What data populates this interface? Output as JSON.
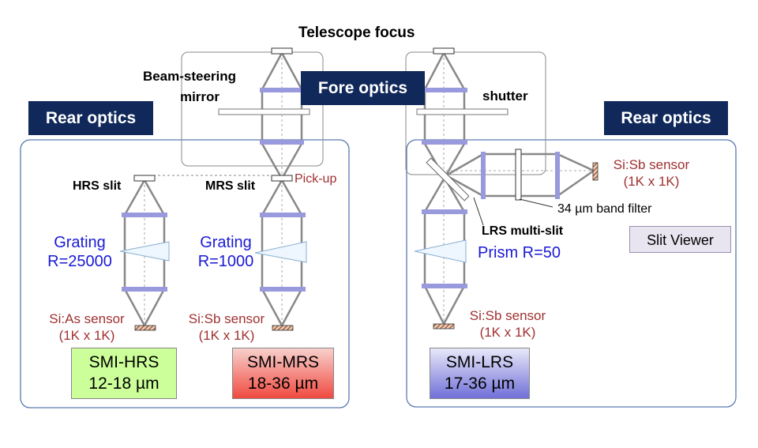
{
  "title": "Telescope focus",
  "fore_optics": "Fore optics",
  "rear_optics_left": "Rear optics",
  "rear_optics_right": "Rear optics",
  "beam_steering": [
    "Beam-steering",
    "mirror"
  ],
  "shutter": "shutter",
  "pickup": "Pick-up",
  "hrs": {
    "slit": "HRS slit",
    "grating": [
      "Grating",
      "R=25000"
    ],
    "sensor": [
      "Si:As sensor",
      "(1K x 1K)"
    ],
    "mode": [
      "SMI-HRS",
      "12-18 µm"
    ],
    "color": "#ccff99"
  },
  "mrs": {
    "slit": "MRS slit",
    "grating": [
      "Grating",
      "R=1000"
    ],
    "sensor": [
      "Si:Sb sensor",
      "(1K x 1K)"
    ],
    "mode": [
      "SMI-MRS",
      "18-36 µm"
    ],
    "color": "#f04a40"
  },
  "lrs": {
    "slit": "LRS multi-slit",
    "prism": "Prism R=50",
    "sensor": [
      "Si:Sb sensor",
      "(1K x 1K)"
    ],
    "mode": [
      "SMI-LRS",
      "17-36 µm"
    ],
    "color": "#7070d8"
  },
  "slit_viewer": {
    "label": "Slit Viewer",
    "sensor": [
      "Si:Sb sensor",
      "(1K x 1K)"
    ],
    "filter": "34 µm band filter"
  },
  "colors": {
    "navy": "#10285a",
    "panel_border": "#5a7ab0",
    "lens": "#9999dd",
    "beam": "#888888",
    "sensor_label": "#a03030",
    "grating_label": "#1a1ad6"
  }
}
